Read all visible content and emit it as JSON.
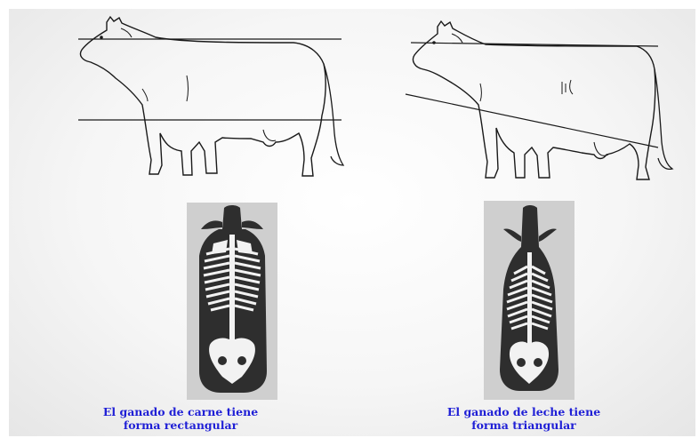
{
  "colors": {
    "caption": "#1f1fd6",
    "outline": "#1a1a1a",
    "silhouette": "#2e2e2e",
    "bone": "#f2f2f2",
    "photo_bg": "#cfcfcf"
  },
  "panels": [
    {
      "type": "beef",
      "caption_line1": "El ganado de carne tiene",
      "caption_line2": "forma rectangular"
    },
    {
      "type": "dairy",
      "caption_line1": "El ganado de leche tiene",
      "caption_line2": "forma triangular"
    }
  ]
}
